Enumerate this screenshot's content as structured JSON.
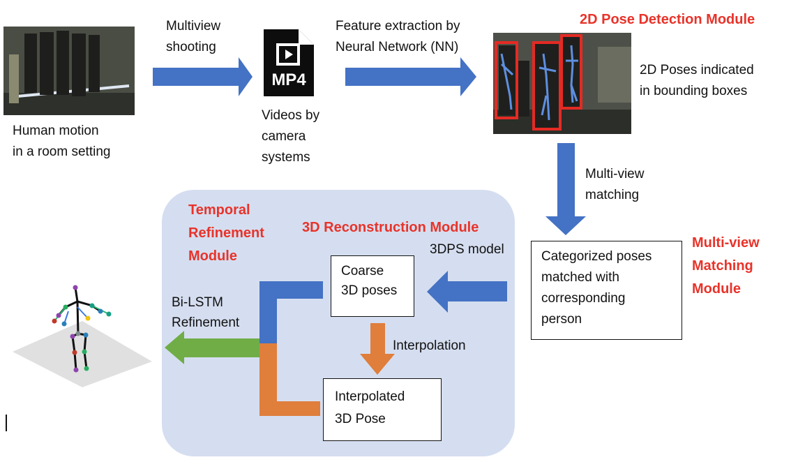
{
  "captions": {
    "human_motion": [
      "Human motion",
      "in a room setting"
    ],
    "multiview_shooting": [
      "Multiview",
      "shooting"
    ],
    "videos": [
      "Videos by",
      "camera",
      "systems"
    ],
    "feature_extraction": [
      "Feature extraction by",
      "Neural Network (NN)"
    ],
    "poses_2d": [
      "2D Poses indicated",
      "in bounding boxes"
    ],
    "multiview_matching": [
      "Multi-view",
      "matching"
    ],
    "model_3dps": "3DPS model",
    "bilstm": [
      "Bi-LSTM",
      "Refinement"
    ],
    "interpolation": "Interpolation"
  },
  "modules": {
    "pose_detection": "2D Pose Detection Module",
    "matching": [
      "Multi-view",
      "Matching",
      "Module"
    ],
    "reconstruction": "3D Reconstruction Module",
    "temporal": [
      "Temporal",
      "Refinement",
      "Module"
    ]
  },
  "boxes": {
    "categorized": [
      "Categorized poses",
      "matched with",
      "corresponding",
      "person"
    ],
    "coarse": [
      "Coarse",
      "3D poses"
    ],
    "interpolated": [
      "Interpolated",
      "3D Pose"
    ]
  },
  "file_icon_label": "MP4",
  "colors": {
    "blue_arrow": "#4472c4",
    "orange_arrow": "#e07e3c",
    "green_arrow": "#70ad47",
    "module_red": "#e8332a",
    "panel_bg": "#d5def0"
  }
}
